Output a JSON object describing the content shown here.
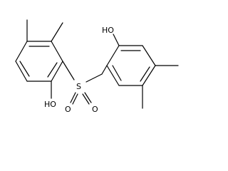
{
  "molecule": {
    "atoms": {
      "oh_top": "HO",
      "oh_bottom": "HO",
      "sulfur": "S",
      "oxygen_left": "O",
      "oxygen_right": "O"
    }
  }
}
